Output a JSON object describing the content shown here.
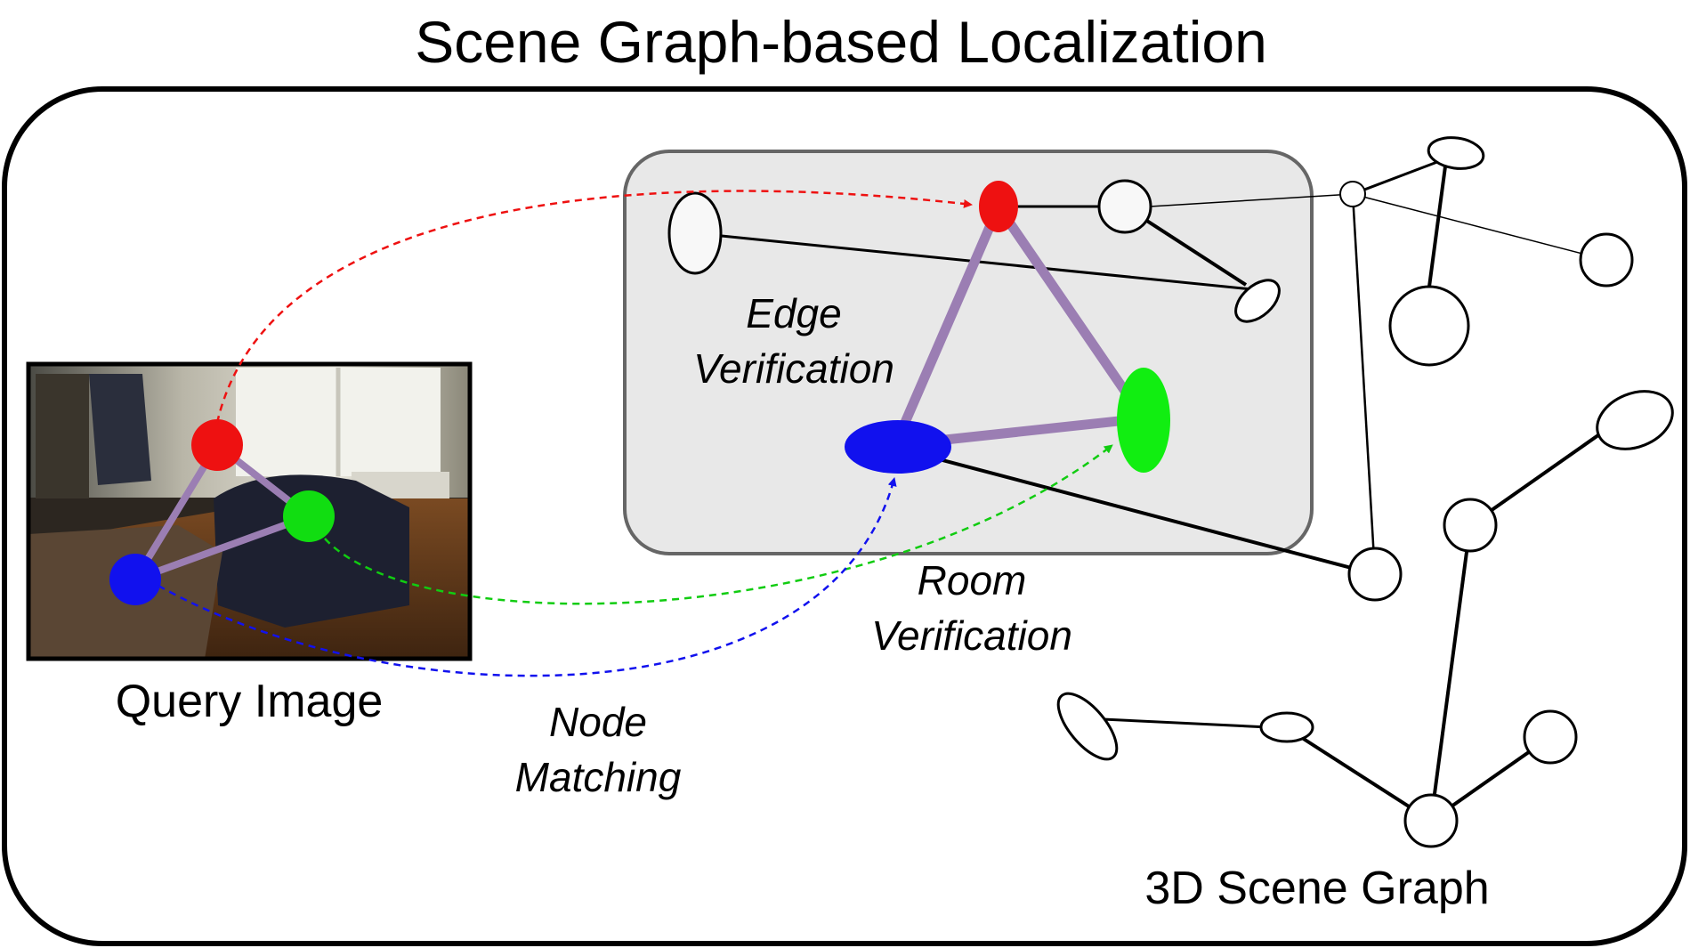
{
  "title": "Scene Graph-based Localization",
  "labels": {
    "query_image": "Query Image",
    "scene_graph": "3D Scene Graph",
    "edge_verification_line1": "Edge",
    "edge_verification_line2": "Verification",
    "room_verification_line1": "Room",
    "room_verification_line2": "Verification",
    "node_matching_line1": "Node",
    "node_matching_line2": "Matching"
  },
  "colors": {
    "red_node": "#ee1111",
    "green_node": "#11ee11",
    "blue_node": "#1111ee",
    "purple_edge": "#9b7eb3",
    "room_box_fill": "#e8e8e8",
    "room_box_stroke": "#666666"
  }
}
